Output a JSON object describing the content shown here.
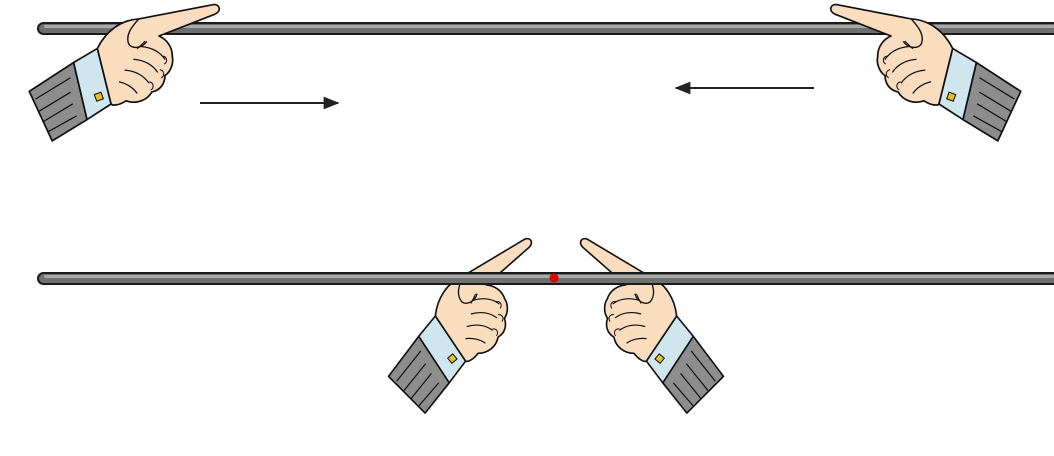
{
  "colors": {
    "background": "#ffffff",
    "rod_body": "#6f6f6f",
    "rod_highlight": "#a9a9a9",
    "rod_outline": "#1a1a1a",
    "skin": "#fadcbe",
    "cuff": "#cfe6ef",
    "sleeve": "#8c8c8c",
    "cufflink": "#e7c21f",
    "balance_point": "#e00000",
    "arrow": "#222222",
    "outline": "#111111"
  },
  "scene": {
    "top_panel": {
      "rod": "metre-stick",
      "left_hand": {
        "pointing": "right",
        "icon": "pointing-hand-icon"
      },
      "right_hand": {
        "pointing": "left",
        "icon": "pointing-hand-icon"
      },
      "left_arrow_direction": "right",
      "right_arrow_direction": "left"
    },
    "bottom_panel": {
      "rod": "metre-stick",
      "left_hand": {
        "pointing": "up-right",
        "icon": "pointing-hand-icon"
      },
      "right_hand": {
        "pointing": "up-left",
        "icon": "pointing-hand-icon"
      },
      "marker": "balance-point-dot"
    }
  }
}
